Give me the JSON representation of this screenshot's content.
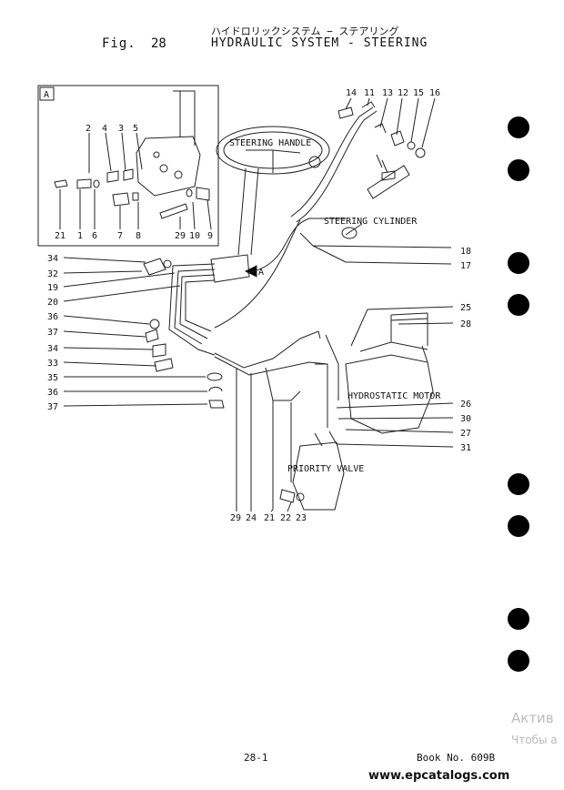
{
  "header": {
    "fig_label": "Fig.",
    "fig_number": "28",
    "title_jp": "ハイドロリックシステム − ステアリング",
    "title_en": "HYDRAULIC SYSTEM - STEERING"
  },
  "diagram": {
    "detail_box_label": "A",
    "arrow_label": "A",
    "labels": {
      "steering_handle": "STEERING HANDLE",
      "steering_cylinder": "STEERING CYLINDER",
      "hydrostatic_motor": "HYDROSTATIC MOTOR",
      "priority_valve": "PRIORITY VALVE"
    },
    "callouts_detail_top": [
      "2",
      "4",
      "3",
      "5"
    ],
    "callouts_detail_bottom": [
      "21",
      "1",
      "6",
      "7",
      "8",
      "29",
      "10",
      "9"
    ],
    "callouts_top": [
      "14",
      "11",
      "13",
      "12",
      "15",
      "16"
    ],
    "callouts_left": [
      "34",
      "32",
      "19",
      "20",
      "36",
      "37",
      "34",
      "33",
      "35",
      "36",
      "37"
    ],
    "callouts_right": [
      "18",
      "17",
      "25",
      "28",
      "26",
      "30",
      "27",
      "31"
    ],
    "callouts_bottom": [
      "29",
      "24",
      "21",
      "22",
      "23"
    ]
  },
  "footer": {
    "page": "28-1",
    "book": "Book No. 609B",
    "watermark_1": "Актив",
    "watermark_2": "Чтобы а",
    "site": "www.epcatalogs.com"
  }
}
